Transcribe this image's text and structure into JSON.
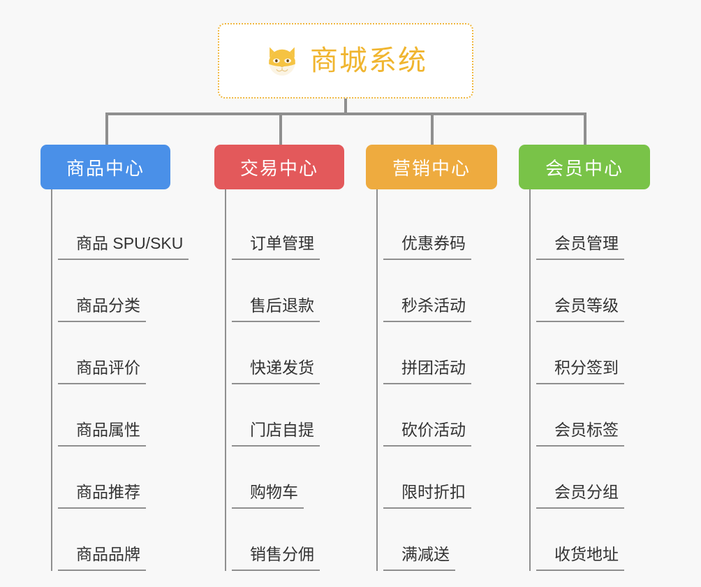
{
  "page": {
    "background_color": "#f8f8f8",
    "line_color": "#8f8f8f"
  },
  "root": {
    "title": "商城系统",
    "icon": "dog-face-icon",
    "text_color": "#f0b52f",
    "border_color": "#f0b840",
    "background_color": "#ffffff"
  },
  "branches": [
    {
      "title": "商品中心",
      "color": "#4a90e8",
      "items": [
        {
          "label": "商品 SPU/SKU"
        },
        {
          "label": "商品分类"
        },
        {
          "label": "商品评价"
        },
        {
          "label": "商品属性"
        },
        {
          "label": "商品推荐"
        },
        {
          "label": "商品品牌"
        }
      ]
    },
    {
      "title": "交易中心",
      "color": "#e3595b",
      "items": [
        {
          "label": "订单管理"
        },
        {
          "label": "售后退款"
        },
        {
          "label": "快递发货"
        },
        {
          "label": "门店自提"
        },
        {
          "label": "购物车"
        },
        {
          "label": "销售分佣"
        }
      ]
    },
    {
      "title": "营销中心",
      "color": "#eeab3f",
      "items": [
        {
          "label": "优惠券码"
        },
        {
          "label": "秒杀活动"
        },
        {
          "label": "拼团活动"
        },
        {
          "label": "砍价活动"
        },
        {
          "label": "限时折扣"
        },
        {
          "label": "满减送"
        }
      ]
    },
    {
      "title": "会员中心",
      "color": "#79c348",
      "items": [
        {
          "label": "会员管理"
        },
        {
          "label": "会员等级"
        },
        {
          "label": "积分签到"
        },
        {
          "label": "会员标签"
        },
        {
          "label": "会员分组"
        },
        {
          "label": "收货地址"
        }
      ]
    }
  ]
}
